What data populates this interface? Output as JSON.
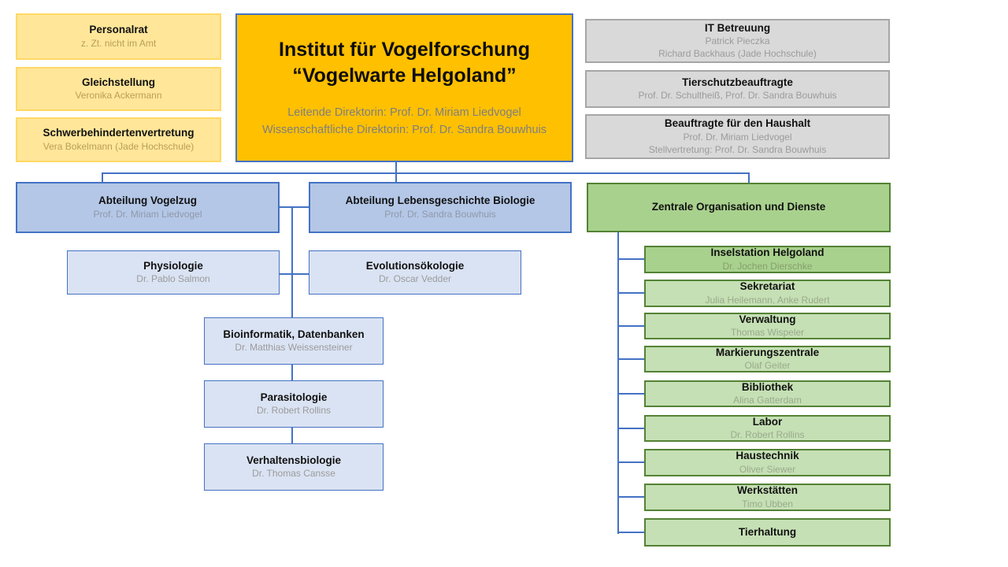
{
  "colors": {
    "accent_blue": "#4472C4",
    "gold_fill": "#FFE699",
    "gold_border": "#FFD966",
    "orange_fill": "#FFC000",
    "gray_fill": "#D9D9D9",
    "gray_border": "#A6A6A6",
    "dept_blue_fill": "#B4C7E7",
    "light_blue_fill": "#DAE3F3",
    "green_dark_fill": "#A9D18E",
    "green_light_fill": "#C5E0B4",
    "green_border": "#548235"
  },
  "left_column": [
    {
      "title": "Personalrat",
      "subtitle": "z. Zt. nicht im Amt"
    },
    {
      "title": "Gleichstellung",
      "subtitle": "Veronika Ackermann"
    },
    {
      "title": "Schwerbehindertenvertretung",
      "subtitle": "Vera Bokelmann (Jade Hochschule)"
    }
  ],
  "institute": {
    "title_line1": "Institut für Vogelforschung",
    "title_line2": "“Vogelwarte Helgoland”",
    "director_line1": "Leitende Direktorin: Prof. Dr. Miriam Liedvogel",
    "director_line2": "Wissenschaftliche Direktorin: Prof. Dr. Sandra Bouwhuis"
  },
  "right_column": [
    {
      "title": "IT Betreuung",
      "line1": "Patrick Pieczka",
      "line2": "Richard Backhaus (Jade Hochschule)"
    },
    {
      "title": "Tierschutzbeauftragte",
      "line1": "Prof. Dr. Schultheiß, Prof. Dr. Sandra Bouwhuis",
      "line2": ""
    },
    {
      "title": "Beauftragte für den Haushalt",
      "line1": "Prof. Dr. Miriam Liedvogel",
      "line2": "Stellvertretung: Prof. Dr. Sandra Bouwhuis"
    }
  ],
  "departments": [
    {
      "title": "Abteilung Vogelzug",
      "subtitle": "Prof. Dr. Miriam Liedvogel"
    },
    {
      "title": "Abteilung Lebensgeschichte Biologie",
      "subtitle": "Prof. Dr. Sandra Bouwhuis"
    }
  ],
  "central_header": {
    "title": "Zentrale Organisation und Dienste"
  },
  "research_units": [
    {
      "title": "Physiologie",
      "subtitle": "Dr. Pablo Salmon"
    },
    {
      "title": "Evolutionsökologie",
      "subtitle": "Dr. Oscar Vedder"
    },
    {
      "title": "Bioinformatik, Datenbanken",
      "subtitle": "Dr. Matthias Weissensteiner"
    },
    {
      "title": "Parasitologie",
      "subtitle": "Dr. Robert Rollins"
    },
    {
      "title": "Verhaltensbiologie",
      "subtitle": "Dr. Thomas Cansse"
    }
  ],
  "central_units": [
    {
      "title": "Inselstation Helgoland",
      "subtitle": "Dr. Jochen Dierschke"
    },
    {
      "title": "Sekretariat",
      "subtitle": "Julia Heilemann, Anke Rudert"
    },
    {
      "title": "Verwaltung",
      "subtitle": "Thomas Wispeler"
    },
    {
      "title": "Markierungszentrale",
      "subtitle": "Olaf Geiter"
    },
    {
      "title": "Bibliothek",
      "subtitle": "Alina Gatterdam"
    },
    {
      "title": "Labor",
      "subtitle": "Dr. Robert Rollins"
    },
    {
      "title": "Haustechnik",
      "subtitle": "Oliver Siewer"
    },
    {
      "title": "Werkstätten",
      "subtitle": "Timo Ubben"
    },
    {
      "title": "Tierhaltung",
      "subtitle": ""
    }
  ]
}
